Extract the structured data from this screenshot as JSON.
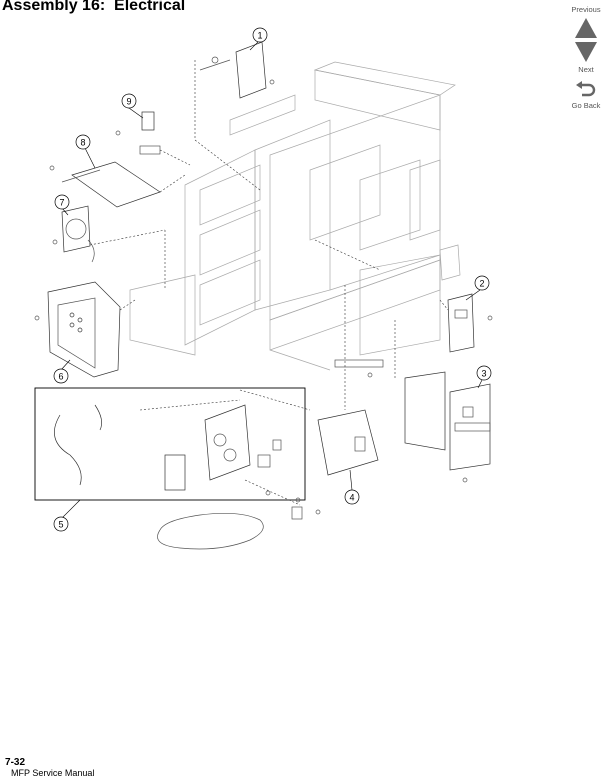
{
  "header": {
    "title": "Assembly 16:  Electrical"
  },
  "nav": {
    "previous_label": "Previous",
    "next_label": "Next",
    "go_back_label": "Go Back"
  },
  "callouts": [
    "1",
    "2",
    "3",
    "4",
    "5",
    "6",
    "7",
    "8",
    "9"
  ],
  "footer": {
    "page_number": "7-32",
    "manual_title": "MFP Service Manual"
  }
}
